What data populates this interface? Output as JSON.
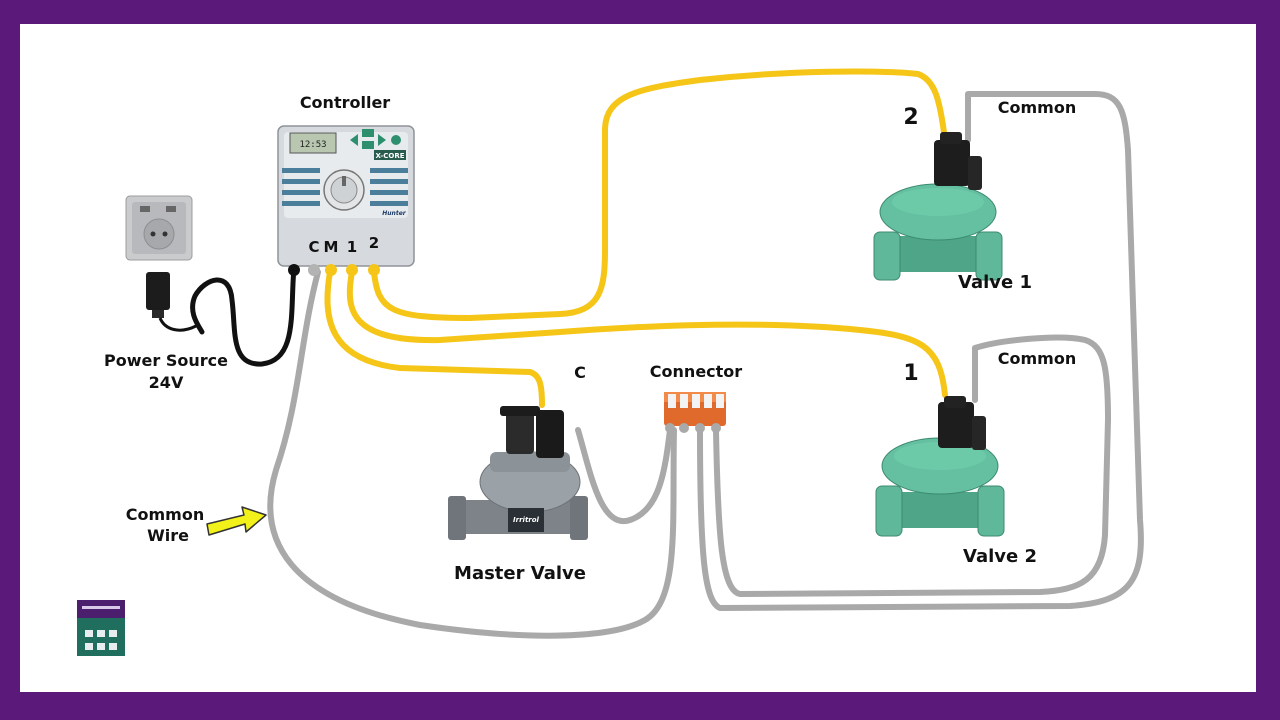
{
  "labels": {
    "controller": "Controller",
    "power_source_line1": "Power Source",
    "power_source_line2": "24V",
    "common_wire_line1": "Common",
    "common_wire_line2": "Wire",
    "master_valve": "Master Valve",
    "connector": "Connector",
    "valve1": "Valve 1",
    "valve2": "Valve 2",
    "common_top": "Common",
    "common_bottom": "Common",
    "zone2_marker": "2",
    "zone1_marker": "1",
    "master_c_marker": "C"
  },
  "controller": {
    "terminals": [
      "C",
      "M",
      "1",
      "2"
    ],
    "display_time": "12:53",
    "model": "X-CORE",
    "brand": "Hunter"
  },
  "master_valve_brand": "Irritrol",
  "colors": {
    "frame": "#5b1a7a",
    "hot_wire": "#f5c518",
    "common_wire": "#a9a9a9",
    "power_wire": "#111111",
    "valve_green": "#5fb89a",
    "arrow_fill": "#f2f21a"
  }
}
